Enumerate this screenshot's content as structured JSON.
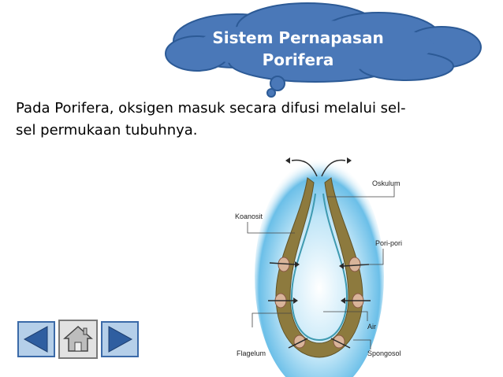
{
  "slide": {
    "title_line1": "Sistem Pernapasan",
    "title_line2": "Porifera",
    "body_line1": "Pada Porifera, oksigen masuk secara difusi melalui sel-",
    "body_line2": "sel permukaan tubuhnya."
  },
  "diagram": {
    "labels": {
      "oskulum": "Oskulum",
      "koanosit": "Koanosit",
      "pori_pori": "Pori-pori",
      "air": "Air",
      "flagelum": "Flagelum",
      "spongosol": "Spongosol"
    }
  },
  "nav": {
    "prev_icon": "triangle-left-icon",
    "home_icon": "house-icon",
    "next_icon": "triangle-right-icon"
  },
  "colors": {
    "cloud_fill": "#4a78b8",
    "cloud_stroke": "#2c5a96",
    "water_glow": "#7cc8ee",
    "nav_fill": "#b5cfe9",
    "nav_arrow": "#2f5ea0"
  }
}
